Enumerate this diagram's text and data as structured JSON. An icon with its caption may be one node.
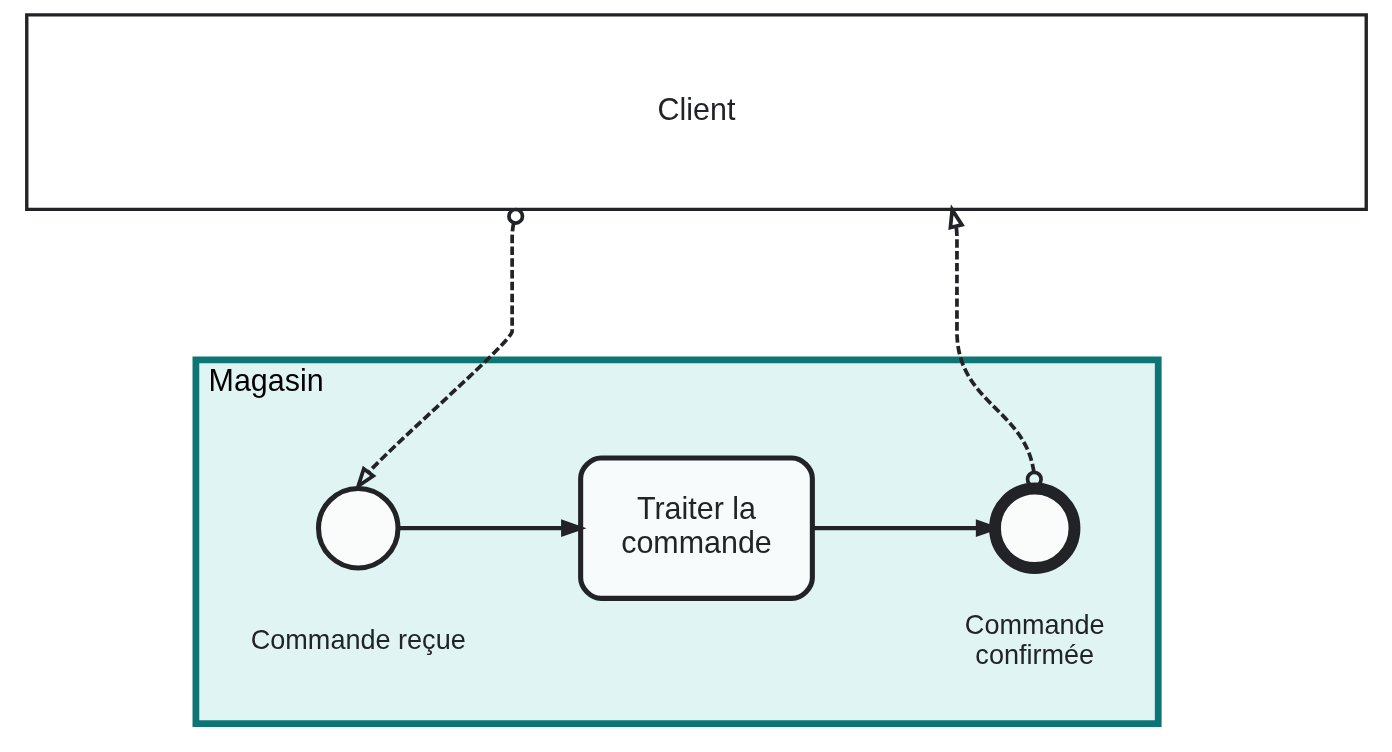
{
  "diagram": {
    "nodes": [
      {
        "text": [
          "Client"
        ]
      },
      {
        "text": [
          "Magasin"
        ]
      },
      {
        "text": [],
        "shape": "circle",
        "in": 1,
        "beside": [
          "Commande reçue"
        ]
      },
      {
        "text": [
          "Traiter la commande"
        ],
        "in": 1
      },
      {
        "text": [],
        "shape": "circle",
        "in": 1,
        "beside": [
          "Commande confirmée"
        ]
      }
    ],
    "edges": [
      {
        "from": 0,
        "to": 2,
        "arrow": "to",
        "style": "dashed"
      },
      {
        "from": 2,
        "to": 3,
        "arrow": "to"
      },
      {
        "from": 3,
        "to": 4,
        "arrow": "to"
      },
      {
        "from": 4,
        "to": 0,
        "arrow": "to",
        "style": "dashed"
      }
    ]
  }
}
